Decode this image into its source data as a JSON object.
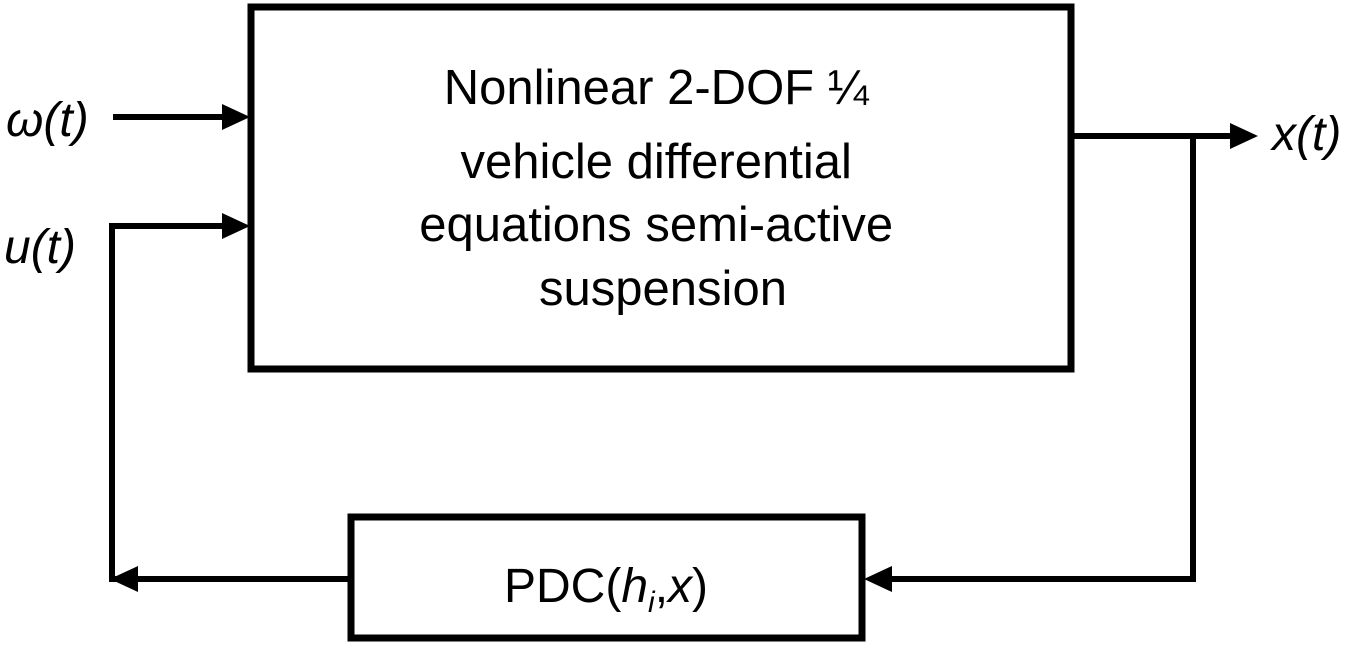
{
  "system_block": {
    "lines": [
      "Nonlinear 2-DOF ¼",
      "vehicle differential",
      "equations semi-active",
      "suspension"
    ]
  },
  "controller_block": {
    "prefix": "PDC(",
    "arg1": "h",
    "arg1_subscript": "i",
    "separator": ",",
    "arg2": "x",
    "suffix": ")"
  },
  "signals": {
    "disturbance": "ω(t)",
    "control": "u(t)",
    "state": "x(t)"
  },
  "colors": {
    "stroke": "#000000",
    "background": "#ffffff"
  }
}
